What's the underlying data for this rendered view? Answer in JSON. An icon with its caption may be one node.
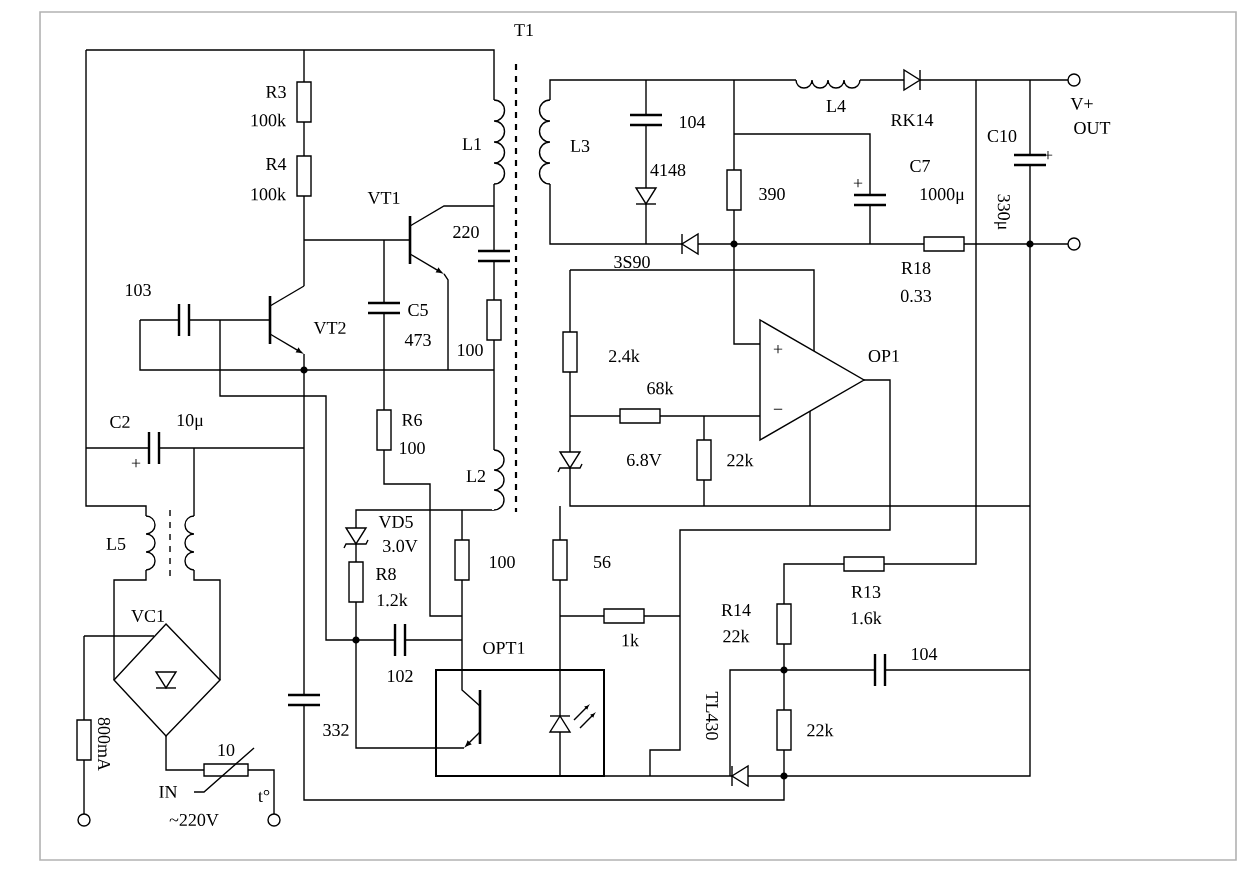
{
  "diagram": {
    "labels": [
      "R3",
      "100k",
      "R4",
      "100k",
      "T1",
      "L1",
      "L3",
      "L4",
      "RK14",
      "V+",
      "OUT",
      "104",
      "4148",
      "390",
      "+",
      "C7",
      "1000μ",
      "C10",
      "+",
      "330μ",
      "VT1",
      "220",
      "103",
      "VT2",
      "C5",
      "473",
      "100",
      "3S90",
      "R18",
      "0.33",
      "2.4k",
      "68k",
      "+",
      "−",
      "OP1",
      "6.8V",
      "22k",
      "C2",
      "10μ",
      "+",
      "R6",
      "100",
      "L2",
      "L5",
      "VD5",
      "3.0V",
      "100",
      "56",
      "R8",
      "1.2k",
      "R13",
      "1.6k",
      "R14",
      "22k",
      "1k",
      "104",
      "VC1",
      "OPT1",
      "102",
      "TL430",
      "22k",
      "332",
      "800mA",
      "10",
      "t°",
      "IN",
      "~220V"
    ]
  }
}
